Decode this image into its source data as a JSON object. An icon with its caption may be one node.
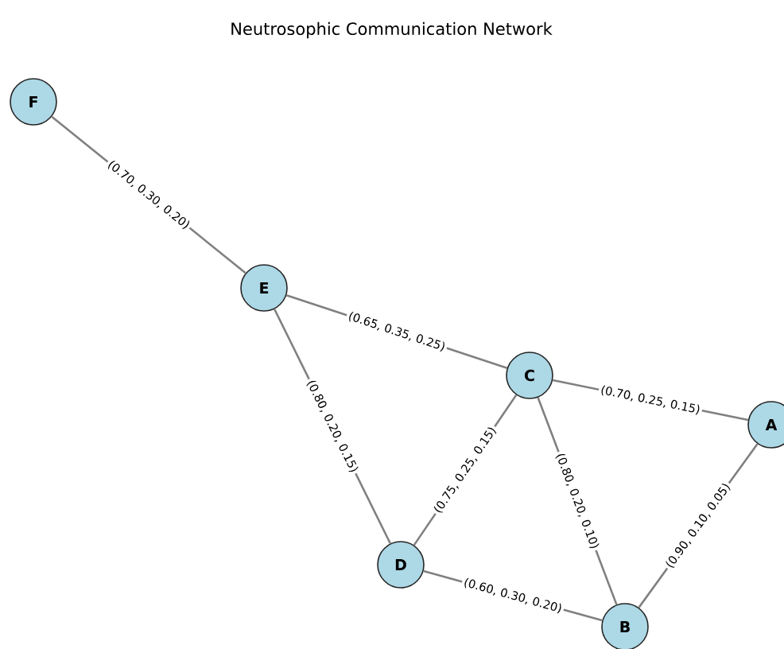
{
  "diagram": {
    "title": "Neutrosophic Communication Network",
    "nodes": [
      {
        "text": [
          "F"
        ]
      },
      {
        "text": [
          "E"
        ]
      },
      {
        "text": [
          "C"
        ]
      },
      {
        "text": [
          "A"
        ]
      },
      {
        "text": [
          "D"
        ]
      },
      {
        "text": [
          "B"
        ]
      }
    ],
    "edges": [
      {
        "from": 0,
        "to": 1,
        "arrow": "none",
        "label": "(0.70, 0.30, 0.20)"
      },
      {
        "from": 1,
        "to": 2,
        "arrow": "none",
        "label": "(0.65, 0.35, 0.25)"
      },
      {
        "from": 1,
        "to": 4,
        "arrow": "none",
        "label": "(0.80, 0.20, 0.15)"
      },
      {
        "from": 2,
        "to": 3,
        "arrow": "none",
        "label": "(0.70, 0.25, 0.15)"
      },
      {
        "from": 2,
        "to": 4,
        "arrow": "none",
        "label": "(0.75, 0.25, 0.15)"
      },
      {
        "from": 2,
        "to": 5,
        "arrow": "none",
        "label": "(0.80, 0.20, 0.10)"
      },
      {
        "from": 4,
        "to": 5,
        "arrow": "none",
        "label": "(0.60, 0.30, 0.20)"
      },
      {
        "from": 3,
        "to": 5,
        "arrow": "none",
        "label": "(0.90, 0.10, 0.05)"
      }
    ]
  }
}
